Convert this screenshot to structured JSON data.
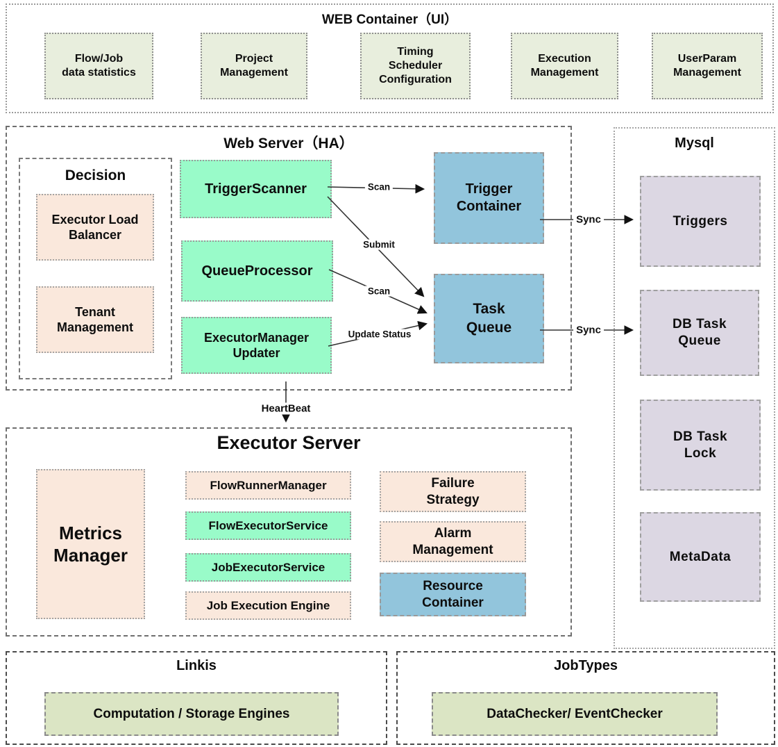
{
  "diagram": {
    "colors": {
      "mint": "#99fbc9",
      "blue": "#92c5dc",
      "peach": "#fae8dc",
      "lavender": "#dcd7e3",
      "sage_light": "#e8eedd",
      "sage": "#dbe5c4"
    },
    "web_container": {
      "title": "WEB Container（UI）",
      "modules": [
        {
          "label": "Flow/Job\ndata statistics"
        },
        {
          "label": "Project\nManagement"
        },
        {
          "label": "Timing\nScheduler\nConfiguration"
        },
        {
          "label": "Execution\nManagement"
        },
        {
          "label": "UserParam\nManagement"
        }
      ]
    },
    "web_server": {
      "title": "Web Server（HA）",
      "decision": {
        "title": "Decision",
        "modules": [
          {
            "label": "Executor Load\nBalancer"
          },
          {
            "label": "Tenant\nManagement"
          }
        ]
      },
      "services": [
        {
          "label": "TriggerScanner"
        },
        {
          "label": "QueueProcessor"
        },
        {
          "label": "ExecutorManager\nUpdater"
        }
      ],
      "containers": [
        {
          "label": "Trigger\nContainer"
        },
        {
          "label": "Task\nQueue"
        }
      ]
    },
    "mysql": {
      "title": "Mysql",
      "tables": [
        {
          "label": "Triggers"
        },
        {
          "label": "DB Task\nQueue"
        },
        {
          "label": "DB Task\nLock"
        },
        {
          "label": "MetaData"
        }
      ]
    },
    "executor_server": {
      "title": "Executor Server",
      "metrics_manager": "Metrics\nManager",
      "services": [
        {
          "label": "FlowRunnerManager"
        },
        {
          "label": "FlowExecutorService"
        },
        {
          "label": "JobExecutorService"
        },
        {
          "label": "Job Execution Engine"
        }
      ],
      "side_modules": [
        {
          "label": "Failure\nStrategy"
        },
        {
          "label": "Alarm\nManagement"
        },
        {
          "label": "Resource\nContainer"
        }
      ]
    },
    "linkis": {
      "title": "Linkis",
      "module": "Computation / Storage Engines"
    },
    "jobtypes": {
      "title": "JobTypes",
      "module": "DataChecker/ EventChecker"
    },
    "edges": {
      "scan_trigger": "Scan",
      "submit": "Submit",
      "scan_task": "Scan",
      "update_status": "Update Status",
      "sync_triggers": "Sync",
      "sync_task_queue": "Sync",
      "heartbeat": "HeartBeat"
    }
  }
}
